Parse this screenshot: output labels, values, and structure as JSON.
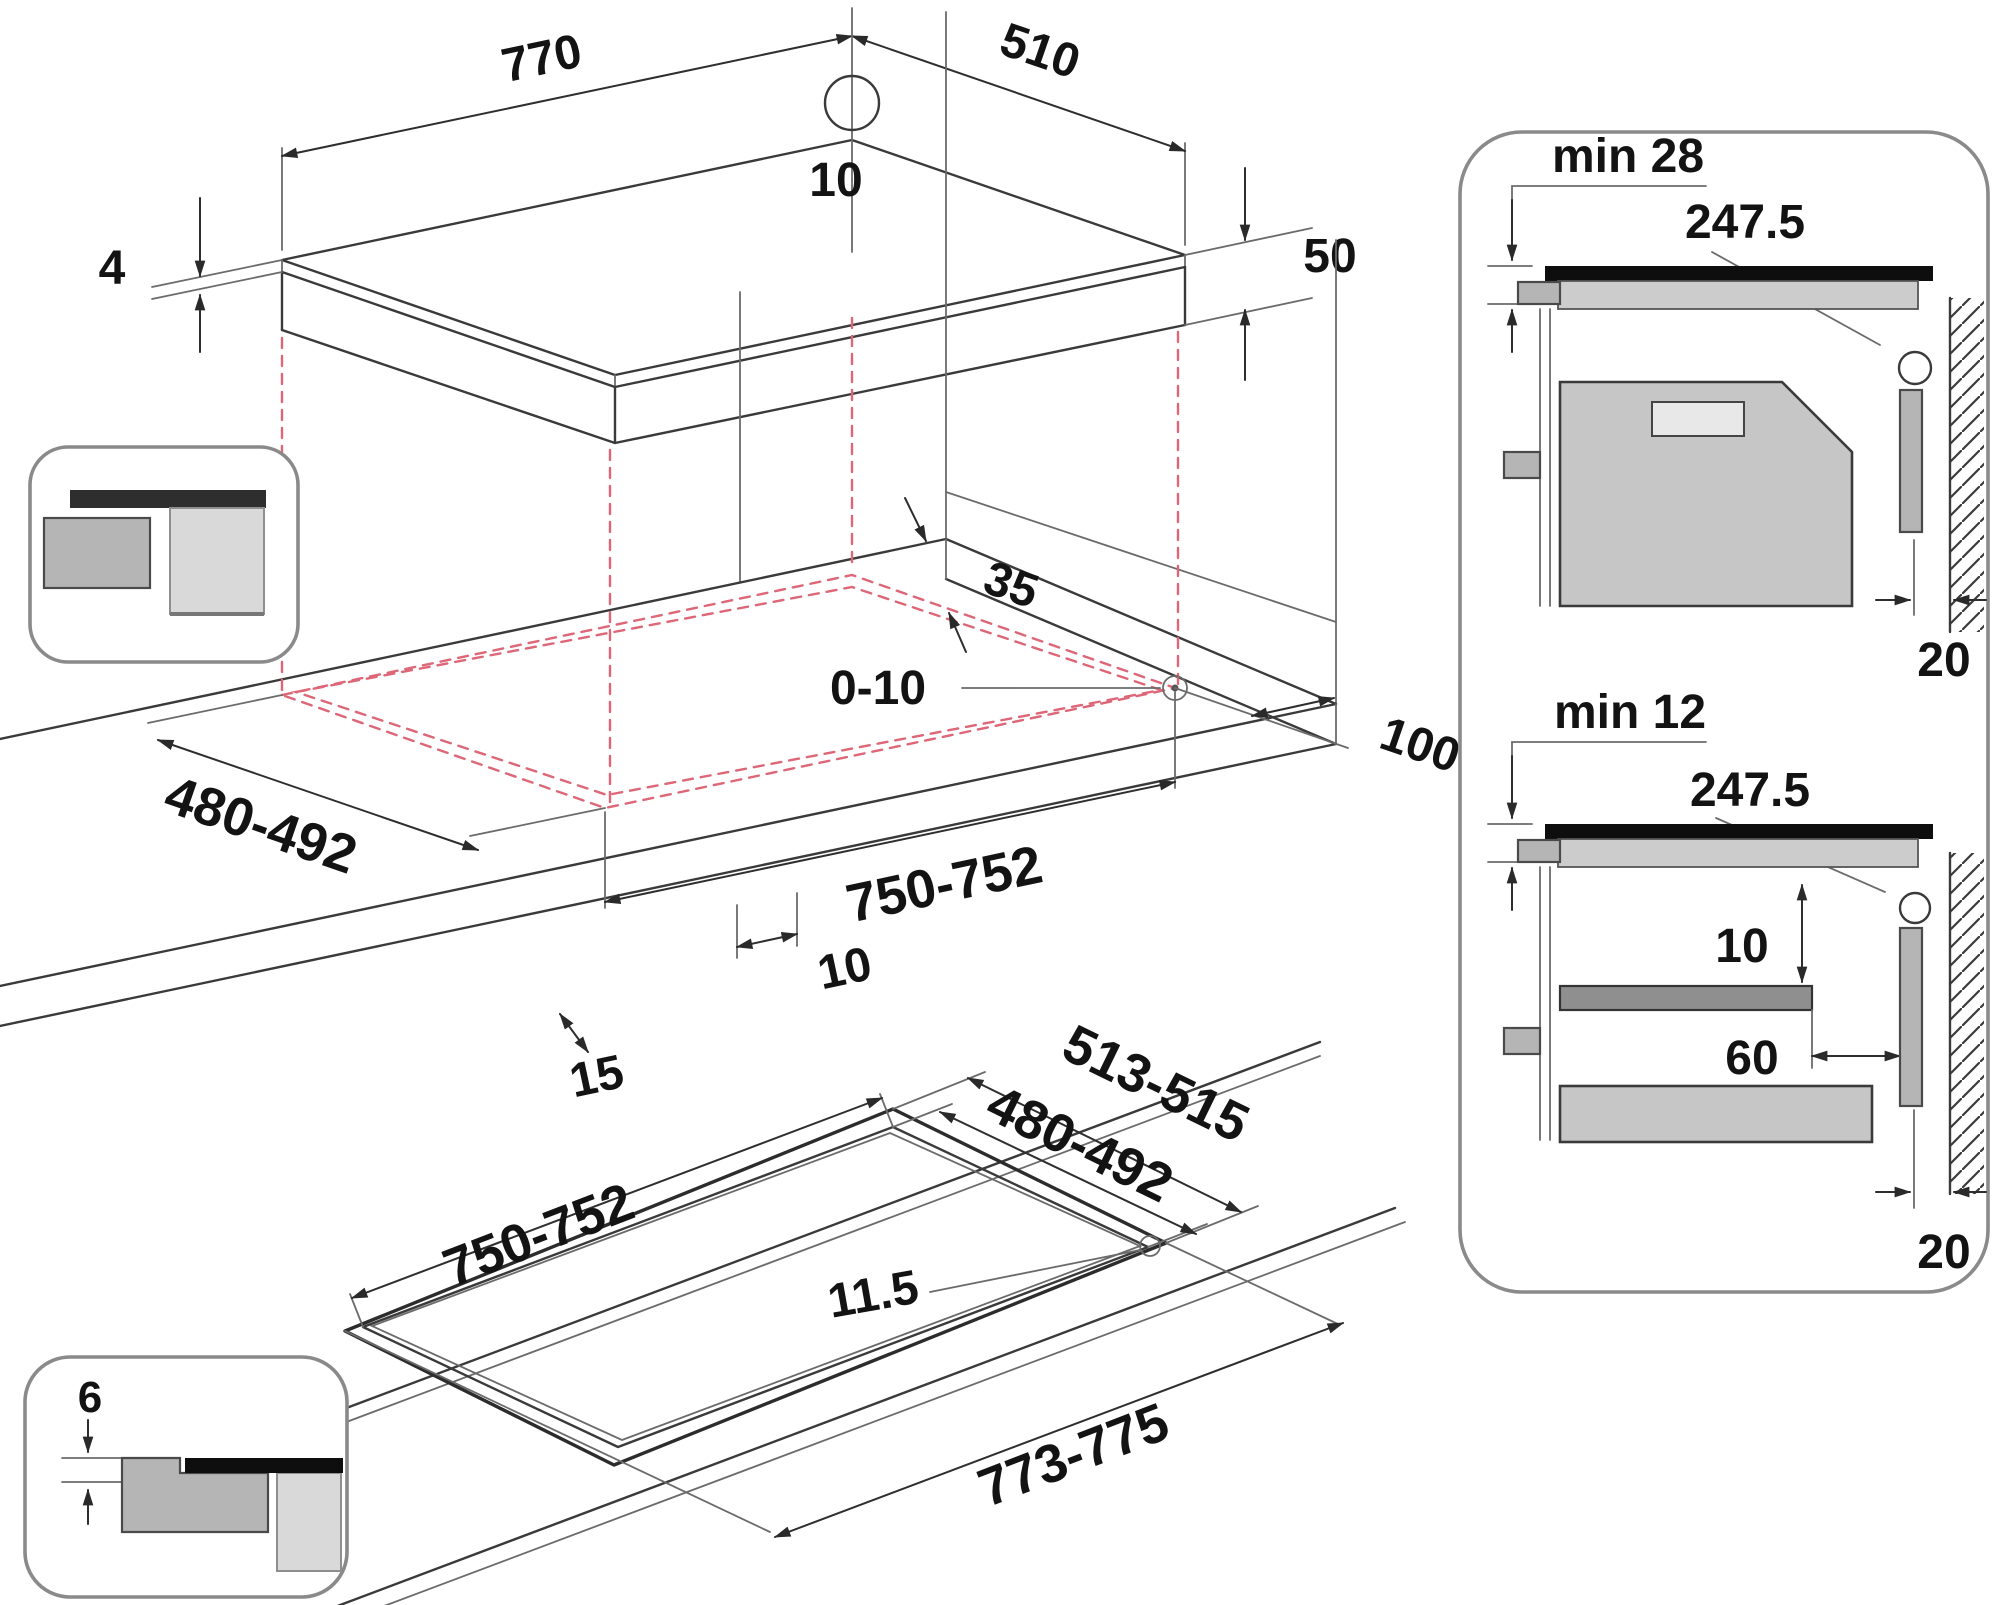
{
  "diagram_title": "hob-installation-dimension-drawing",
  "top_view": {
    "width": "770",
    "depth": "510",
    "glass_thickness": "4",
    "hole_diameter": "10",
    "body_height": "50"
  },
  "cutout_view": {
    "rear_gap": "35",
    "corner_radius": "0-10",
    "side_clearance": "100",
    "depth_range": "480-492",
    "width_range": "750-752",
    "lip_gap": "10",
    "front_gap": "15"
  },
  "recess_view": {
    "outer_depth": "513-515",
    "inner_depth": "480-492",
    "inner_width": "750-752",
    "ledge_width": "11.5",
    "outer_width": "773-775"
  },
  "flush_inset": {
    "recess_depth": "6"
  },
  "side_sections": {
    "top": {
      "min_clearance": "min 28",
      "center_distance": "247.5",
      "wall_gap": "20"
    },
    "bottom": {
      "min_clearance": "min 12",
      "center_distance": "247.5",
      "shelf_clearance": "10",
      "shelf_setback": "60",
      "wall_gap": "20"
    }
  },
  "colors": {
    "line": "#3a3a3a",
    "text": "#131313",
    "projection_red": "#dd6677",
    "worktop_gray": "#cccccc",
    "appliance_gray": "#c6c6c6",
    "hob_black": "#0e0e0e"
  }
}
